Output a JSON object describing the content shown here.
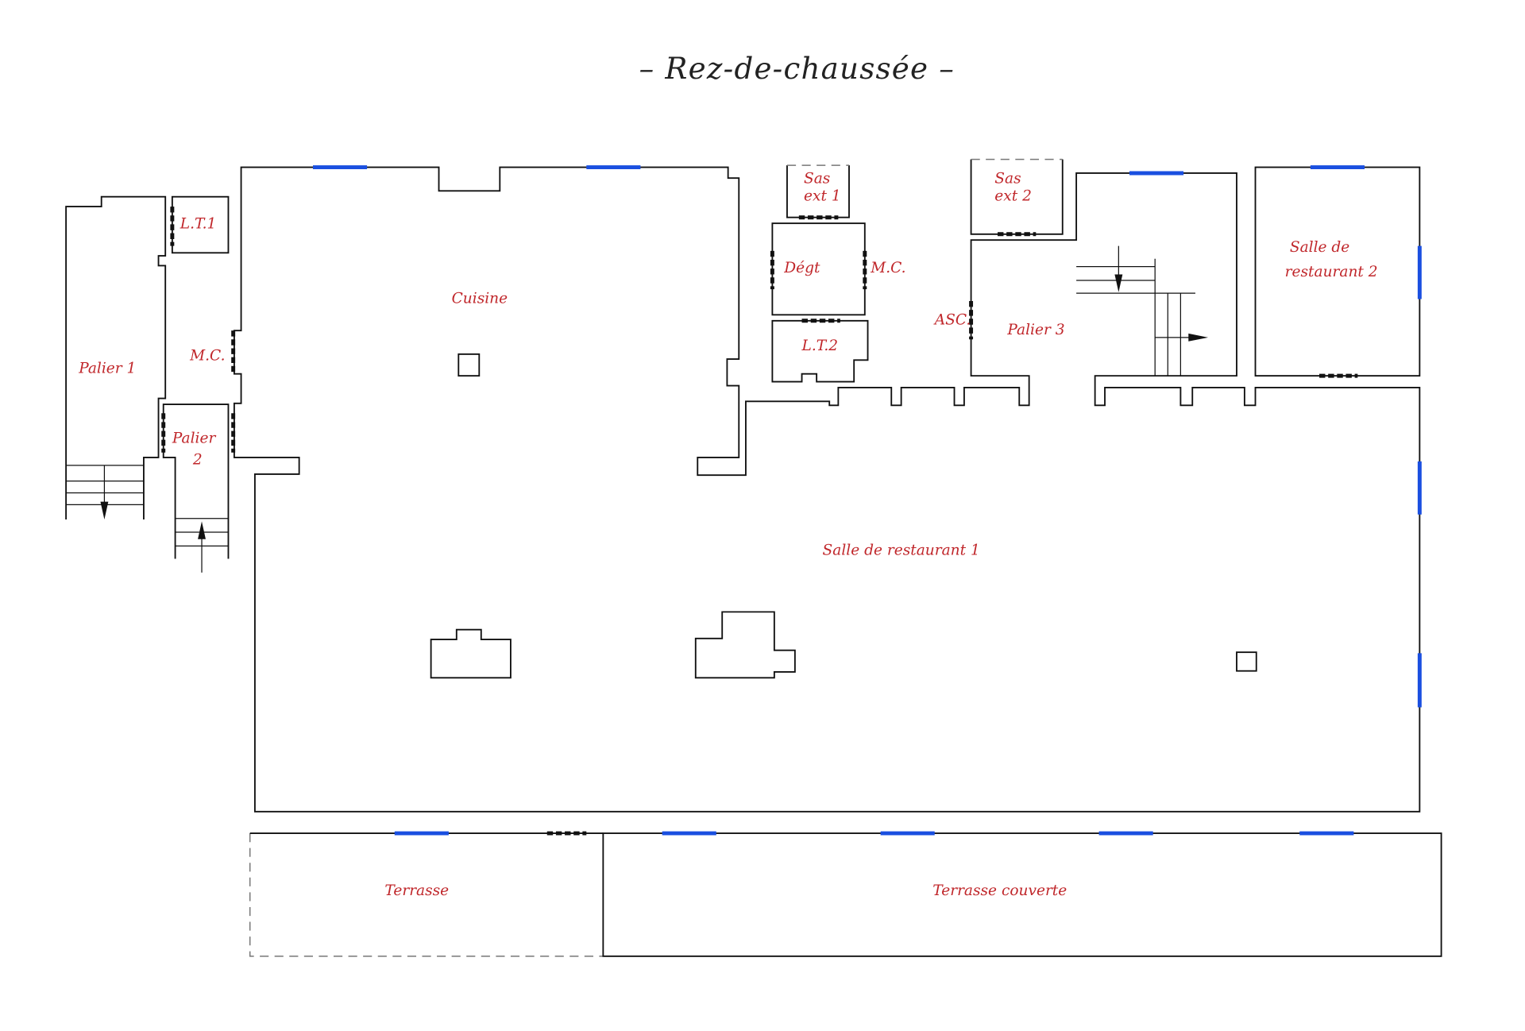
{
  "title": "– Rez-de-chaussée –",
  "colors": {
    "walls": "#111111",
    "labels": "#c0262a",
    "windows": "#1a4fe0",
    "doors": "#111111"
  },
  "rooms": {
    "palier1": "Palier 1",
    "lt1": "L.T.1",
    "mc1": "M.C.",
    "palier2_a": "Palier",
    "palier2_b": "2",
    "cuisine": "Cuisine",
    "sas1_a": "Sas",
    "sas1_b": "ext 1",
    "degt": "Dégt",
    "mc2": "M.C.",
    "lt2": "L.T.2",
    "sas2_a": "Sas",
    "sas2_b": "ext 2",
    "asc": "ASC.",
    "palier3": "Palier 3",
    "salle2_a": "Salle de",
    "salle2_b": "restaurant 2",
    "salle1": "Salle de restaurant 1",
    "terrasse": "Terrasse",
    "terrasse_couverte": "Terrasse couverte"
  }
}
